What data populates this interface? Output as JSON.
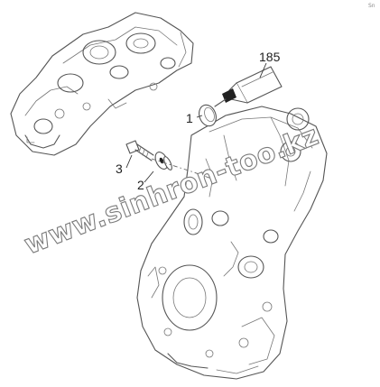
{
  "diagram": {
    "callouts": {
      "part_185": "185",
      "part_1": "1",
      "part_2": "2",
      "part_3": "3"
    },
    "watermark": "www.sinhron-too.kz",
    "corner_mark": "Sn"
  }
}
